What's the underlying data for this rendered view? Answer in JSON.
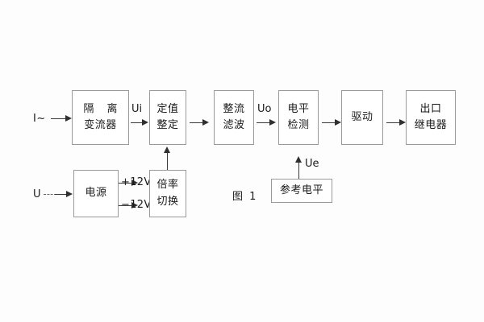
{
  "diagram": {
    "caption": "图 1",
    "inputs": {
      "current": "I~",
      "voltage": "U"
    },
    "signal_labels": {
      "ui": "Ui",
      "uo": "Uo",
      "ue": "Ue"
    },
    "power_rails": {
      "positive": "+12V",
      "negative": "−12V"
    },
    "blocks": [
      {
        "id": "isolation-ct",
        "lines": [
          "隔 离",
          "变流器"
        ]
      },
      {
        "id": "setting-value",
        "lines": [
          "定值",
          "整定"
        ]
      },
      {
        "id": "rectify-filter",
        "lines": [
          "整流",
          "滤波"
        ]
      },
      {
        "id": "level-detect",
        "lines": [
          "电平",
          "检测"
        ]
      },
      {
        "id": "drive",
        "lines": [
          "驱动"
        ]
      },
      {
        "id": "output-relay",
        "lines": [
          "出口",
          "继电器"
        ]
      },
      {
        "id": "power-supply",
        "lines": [
          "电源"
        ]
      },
      {
        "id": "multiplier-switch",
        "lines": [
          "倍率",
          "切换"
        ]
      },
      {
        "id": "reference-level",
        "lines": [
          "参考电平"
        ]
      }
    ]
  }
}
